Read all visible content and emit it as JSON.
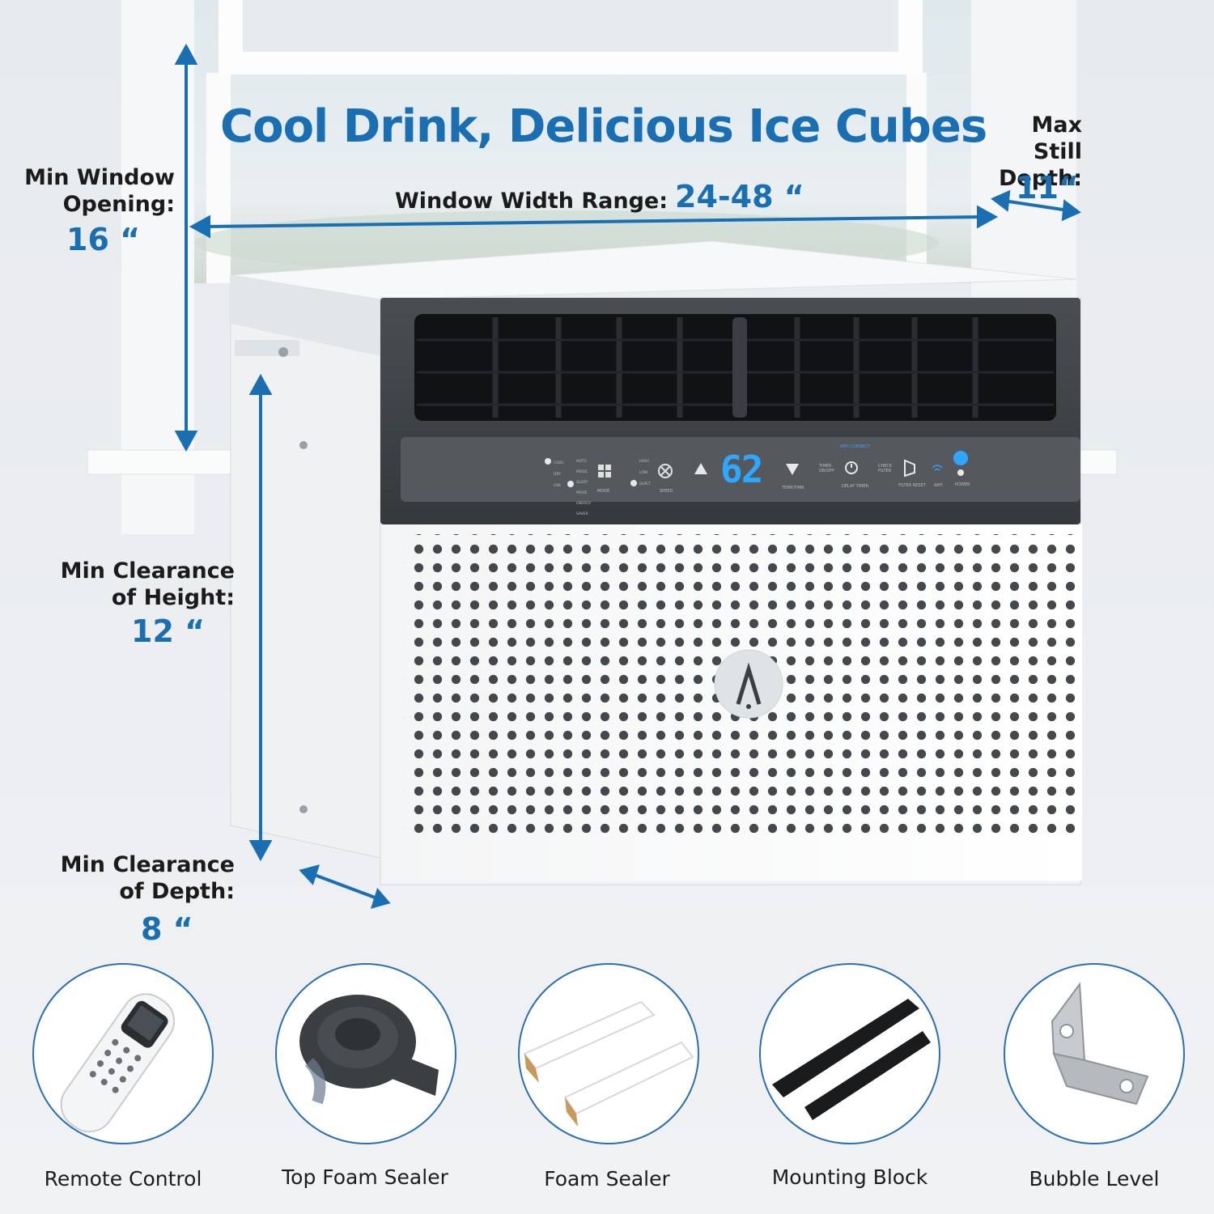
{
  "headline": "Cool Drink, Delicious Ice Cubes",
  "dimensions": {
    "window_width_range": {
      "label": "Window Width Range:",
      "value": "24-48 “"
    },
    "max_still_depth": {
      "label_line1": "Max Still",
      "label_line2": "Depth:",
      "value": "11“"
    },
    "min_window_opening": {
      "label_line1": "Min Window",
      "label_line2": "Opening:",
      "value": "16 “"
    },
    "min_clearance_height": {
      "label_line1": "Min Clearance",
      "label_line2": "of Height:",
      "value": "12 “"
    },
    "min_clearance_depth": {
      "label_line1": "Min Clearance",
      "label_line2": "of Depth:",
      "value": "8 “"
    }
  },
  "control_panel": {
    "display_temp": "62",
    "mode_labels": [
      "COOL",
      "DRY",
      "FAN"
    ],
    "mode_labels_2": [
      "AUTO MODE",
      "SLEEP MODE",
      "ENERGY SAVER"
    ],
    "mode_button": "MODE",
    "speed_labels": [
      "HIGH",
      "LOW",
      "QUIET"
    ],
    "speed_button": "SPEED",
    "temp_timer": "TEMP/TIMR",
    "timer_onoff": "TIMER ON/OFF",
    "delay_timer": "DELAY TIMER",
    "check_filter": "CHECK FILTER",
    "filter_reset": "FILTER RESET",
    "wifi": "WIFI",
    "power": "POWER",
    "wifi_hint": "WIFI CONNECT"
  },
  "accessories": [
    {
      "label": "Remote Control",
      "icon": "remote-control-icon"
    },
    {
      "label": "Top Foam Sealer",
      "icon": "foam-roll-icon"
    },
    {
      "label": "Foam Sealer",
      "icon": "foam-strips-icon"
    },
    {
      "label": "Mounting Block",
      "icon": "mounting-block-icon"
    },
    {
      "label": "Bubble Level",
      "icon": "bracket-icon"
    }
  ],
  "colors": {
    "accent": "#1a6fb3",
    "display": "#2ea7ff",
    "panel": "#3a3d40"
  }
}
